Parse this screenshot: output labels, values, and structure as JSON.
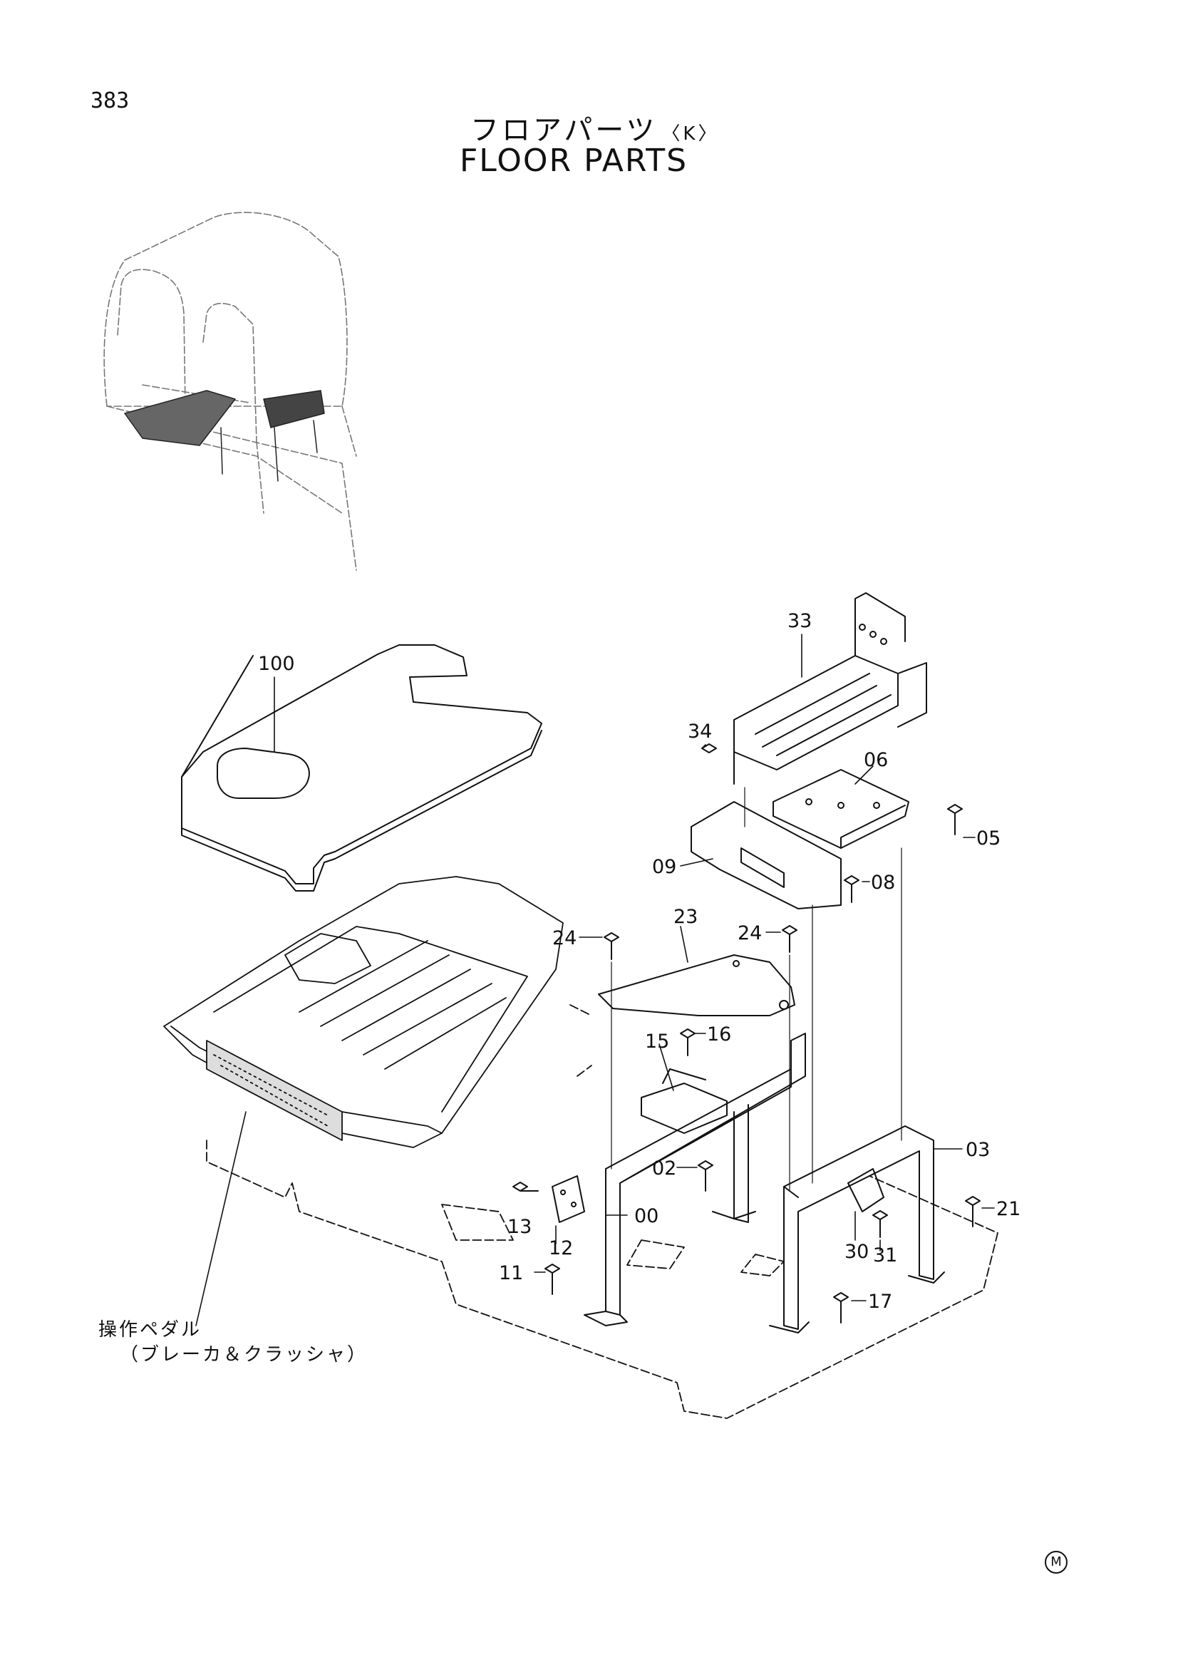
{
  "page": {
    "number": "383",
    "title_jp": "フロアパーツ",
    "title_jp_suffix": "〈K〉",
    "title_en": "FLOOR PARTS",
    "mark": "M"
  },
  "note": {
    "line1": "操作ペダル",
    "line2": "（ブレーカ＆クラッシャ）"
  },
  "callouts": [
    "100",
    "33",
    "34",
    "06",
    "05",
    "09",
    "08",
    "23",
    "24",
    "24",
    "15",
    "16",
    "03",
    "02",
    "21",
    "13",
    "00",
    "12",
    "30",
    "31",
    "11",
    "17"
  ]
}
